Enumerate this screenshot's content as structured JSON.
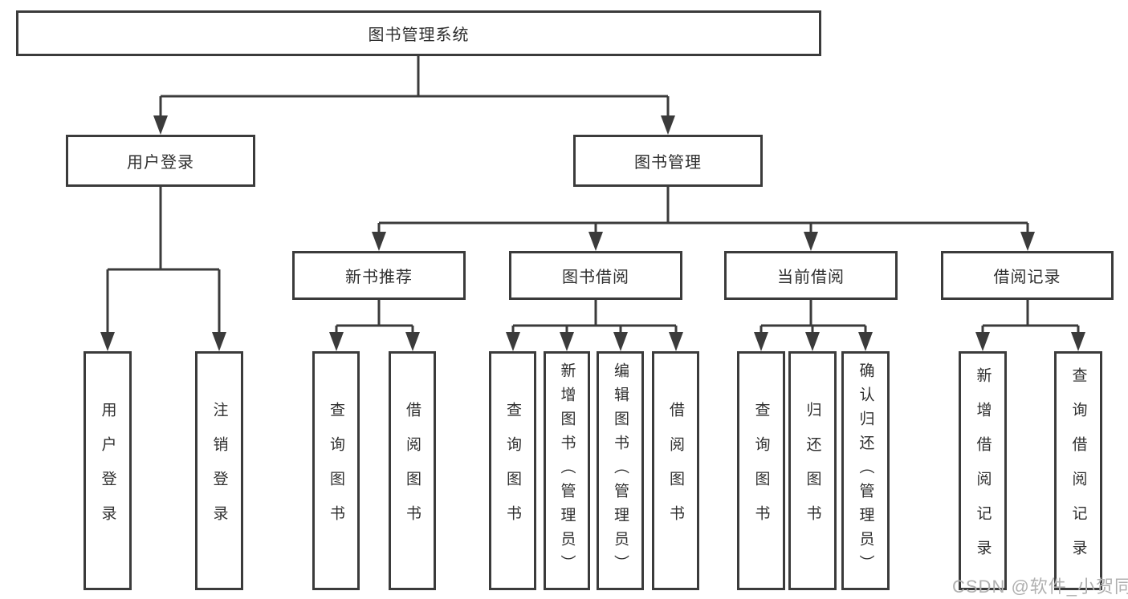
{
  "diagram": {
    "root": {
      "label": "图书管理系统",
      "children": [
        {
          "label": "用户登录",
          "children": [
            {
              "label": "用户登录"
            },
            {
              "label": "注销登录"
            }
          ]
        },
        {
          "label": "图书管理",
          "children": [
            {
              "label": "新书推荐",
              "children": [
                {
                  "label": "查询图书"
                },
                {
                  "label": "借阅图书"
                }
              ]
            },
            {
              "label": "图书借阅",
              "children": [
                {
                  "label": "查询图书"
                },
                {
                  "label": "新增图书（管理员）"
                },
                {
                  "label": "编辑图书（管理员）"
                },
                {
                  "label": "借阅图书"
                }
              ]
            },
            {
              "label": "当前借阅",
              "children": [
                {
                  "label": "查询图书"
                },
                {
                  "label": "归还图书"
                },
                {
                  "label": "确认归还（管理员）"
                }
              ]
            },
            {
              "label": "借阅记录",
              "children": [
                {
                  "label": "新增借阅记录"
                },
                {
                  "label": "查询借阅记录"
                }
              ]
            }
          ]
        }
      ]
    }
  },
  "watermark": {
    "text": "CSDN @软件_小贺同学"
  },
  "colors": {
    "line": "#3b3b3b",
    "box_border": "#3b3b3b",
    "text": "#2f2f2f",
    "watermark": "#b0b0b0",
    "background": "#ffffff"
  }
}
